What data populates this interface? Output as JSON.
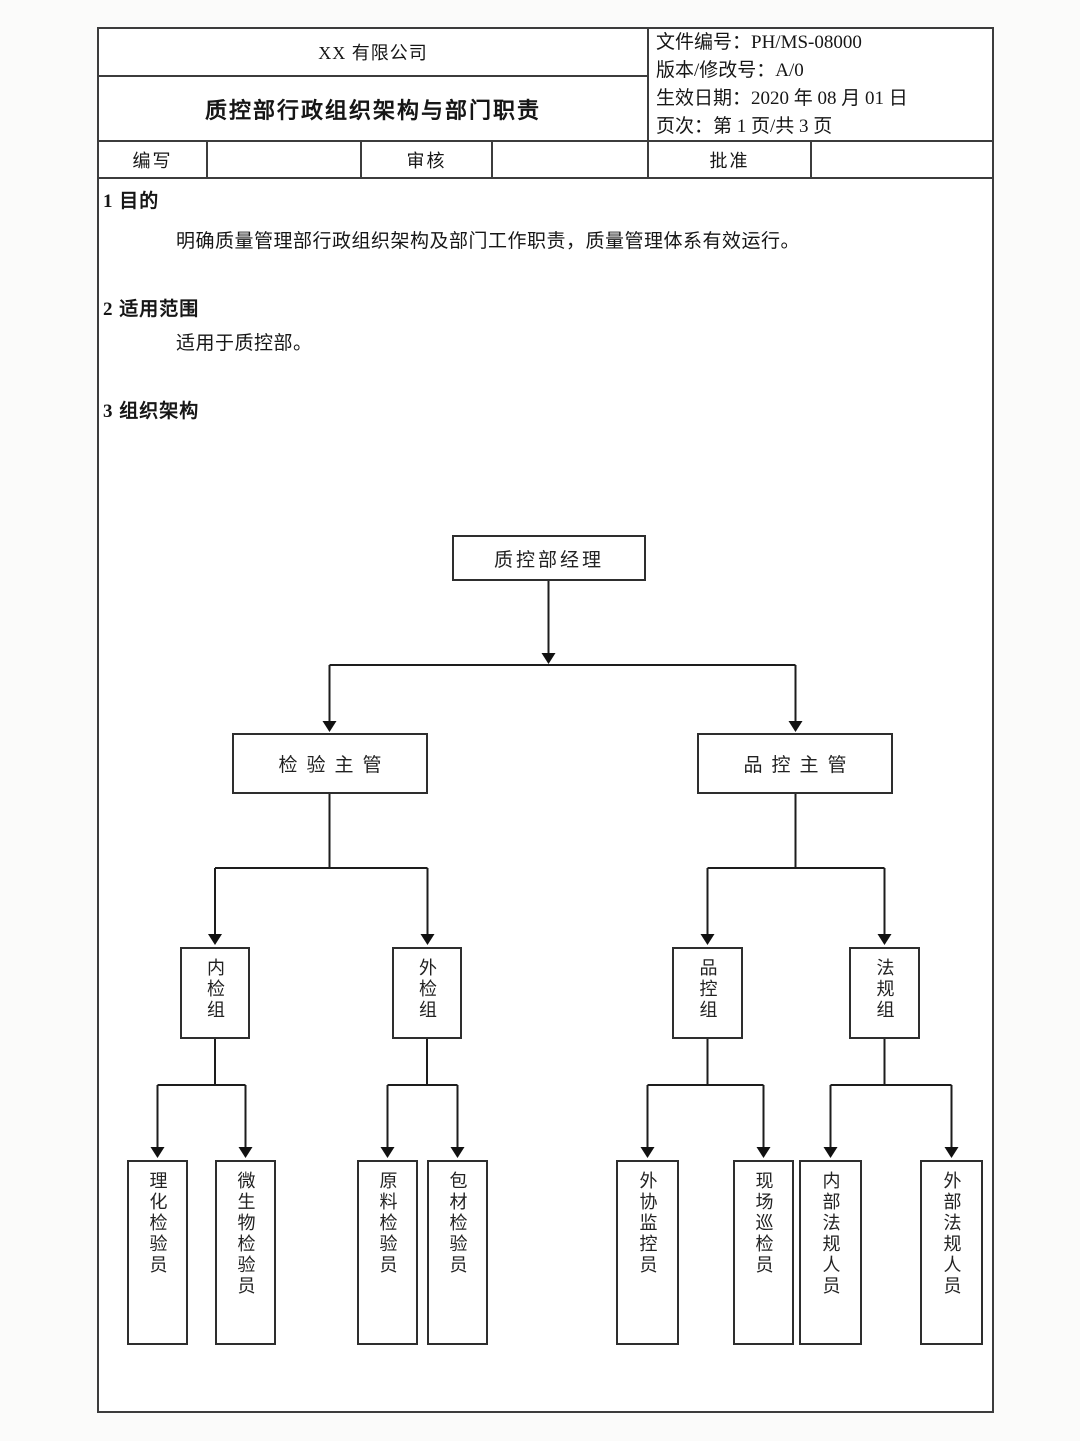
{
  "colors": {
    "page_background": "#fbfbfa",
    "paper": "#ffffff",
    "border": "#3c3c3c",
    "text": "#161616"
  },
  "header": {
    "company": "XX 有限公司",
    "title": "质控部行政组织架构与部门职责",
    "doc_no": "文件编号：PH/MS-08000",
    "version": "版本/修改号：A/0",
    "effective_date": "生效日期：2020 年 08 月 01 日",
    "page_no": "页次：第 1 页/共 3 页",
    "writer_label": "编写",
    "reviewer_label": "审核",
    "approver_label": "批准"
  },
  "sections": {
    "s1_heading": "1 目的",
    "s1_body": "明确质量管理部行政组织架构及部门工作职责，质量管理体系有效运行。",
    "s2_heading": "2 适用范围",
    "s2_body": "适用于质控部。",
    "s3_heading": "3 组织架构"
  },
  "org_chart": {
    "root": {
      "label": "质控部经理"
    },
    "level2": [
      {
        "label": "检验主管"
      },
      {
        "label": "品控主管"
      }
    ],
    "level3": [
      {
        "label": "内检组",
        "parent": "检验主管"
      },
      {
        "label": "外检组",
        "parent": "检验主管"
      },
      {
        "label": "品控组",
        "parent": "品控主管"
      },
      {
        "label": "法规组",
        "parent": "品控主管"
      }
    ],
    "level4": [
      {
        "label": "理化检验员",
        "parent": "内检组"
      },
      {
        "label": "微生物检验员",
        "parent": "内检组"
      },
      {
        "label": "原料检验员",
        "parent": "外检组"
      },
      {
        "label": "包材检验员",
        "parent": "外检组"
      },
      {
        "label": "外协监控员",
        "parent": "品控组"
      },
      {
        "label": "现场巡检员",
        "parent": "品控组"
      },
      {
        "label": "内部法规人员",
        "parent": "法规组"
      },
      {
        "label": "外部法规人员",
        "parent": "法规组"
      }
    ]
  }
}
